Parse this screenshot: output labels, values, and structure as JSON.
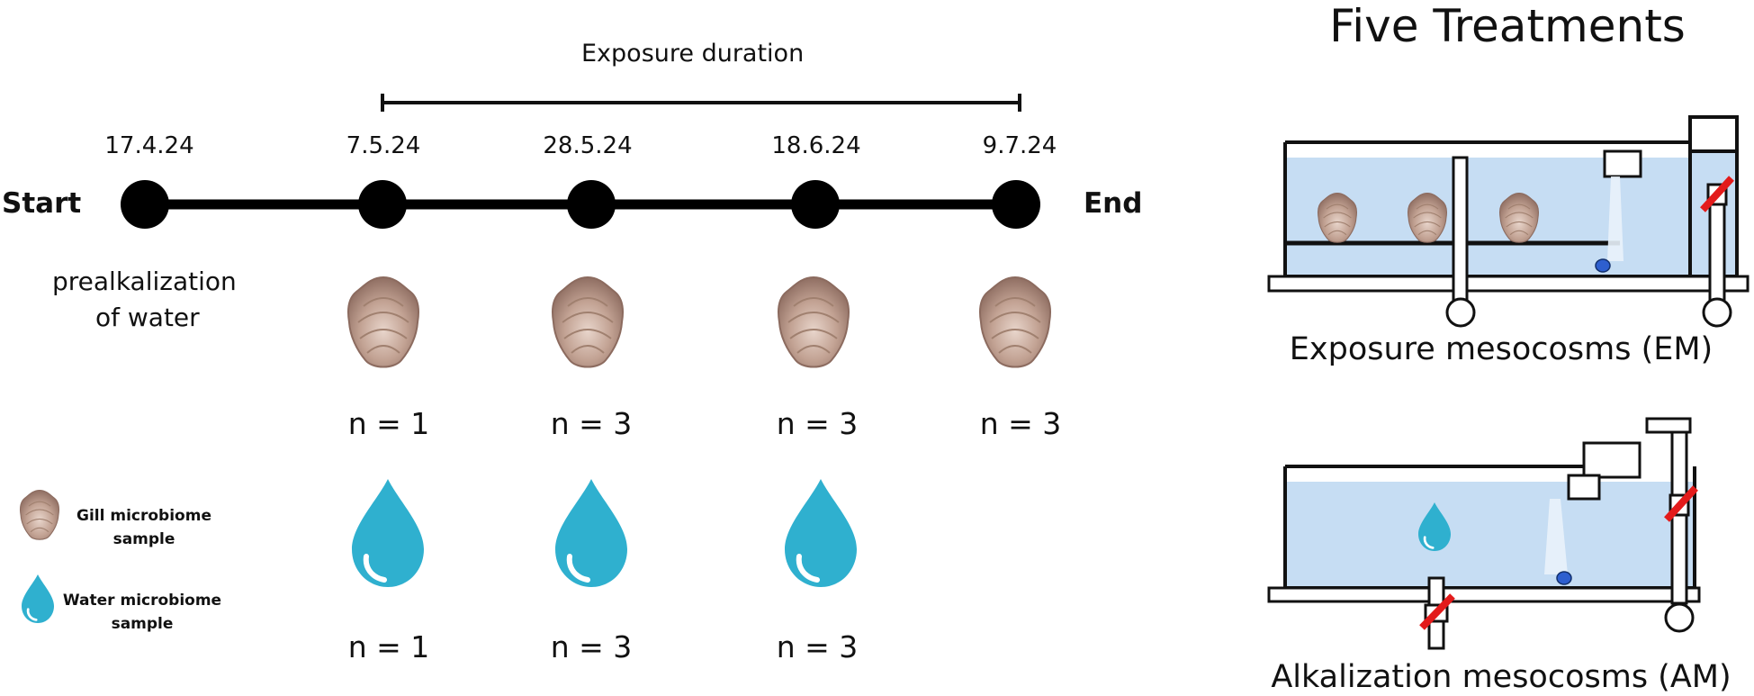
{
  "timeline": {
    "exposure_label": "Exposure duration",
    "start_label": "Start",
    "end_label": "End",
    "dates": [
      "17.4.24",
      "7.5.24",
      "28.5.24",
      "18.6.24",
      "9.7.24"
    ],
    "prealk_line1": "prealkalization",
    "prealk_line2": "of water",
    "gill_counts": [
      "n = 1",
      "n = 3",
      "n = 3",
      "n = 3"
    ],
    "water_counts": [
      "n = 1",
      "n = 3",
      "n = 3"
    ]
  },
  "legend": {
    "gill_line1": "Gill microbiome",
    "gill_line2": "sample",
    "water_line1": "Water microbiome",
    "water_line2": "sample"
  },
  "treatments": {
    "title": "Five Treatments",
    "em_label": "Exposure mesocosms (EM)",
    "am_label": "Alkalization mesocosms (AM)"
  },
  "colors": {
    "water_drop": "#2fb0cf",
    "tank_water": "#c6ddf3",
    "oyster_shell": "#b89686",
    "valve": "#e31b1b"
  }
}
